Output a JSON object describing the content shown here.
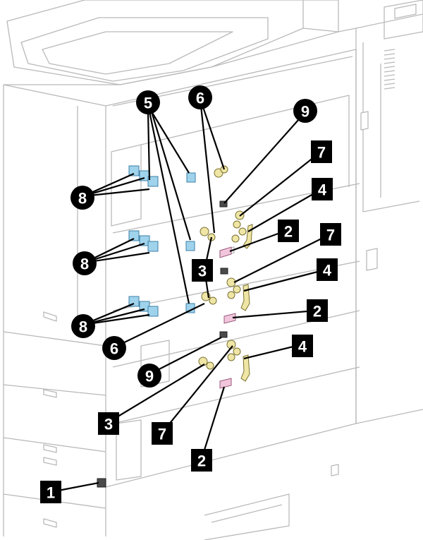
{
  "callouts": {
    "c1": "1",
    "c2a": "2",
    "c2b": "2",
    "c2c": "2",
    "c3a": "3",
    "c3b": "3",
    "c4a": "4",
    "c4b": "4",
    "c4c": "4",
    "c5": "5",
    "c6a": "6",
    "c6b": "6",
    "c7a": "7",
    "c7b": "7",
    "c7c": "7",
    "c8a": "8",
    "c8b": "8",
    "c8c": "8",
    "c9a": "9",
    "c9b": "9"
  },
  "colors": {
    "callout": "#000000",
    "callout_text": "#ffffff",
    "part_blue": "#9fd3ec",
    "part_tan": "#efe6a6",
    "part_pink": "#f1c6dc",
    "outline": "#b9b9b9"
  }
}
